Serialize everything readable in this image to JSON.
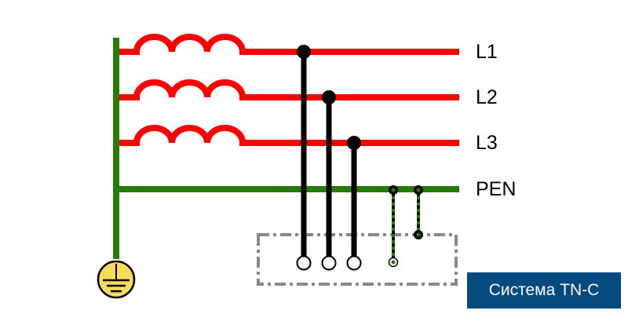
{
  "lines": [
    {
      "label": "L1",
      "color": "#ff0000"
    },
    {
      "label": "L2",
      "color": "#ff0000"
    },
    {
      "label": "L3",
      "color": "#ff0000"
    },
    {
      "label": "PEN",
      "color": "#267c00"
    }
  ],
  "title": "Система TN-C",
  "colors": {
    "phase": "#ff0000",
    "pen": "#267c00",
    "conductor": "#000000",
    "enclosure": "#888888",
    "ground": "#f8dc5c",
    "badge": "#044a7e"
  }
}
